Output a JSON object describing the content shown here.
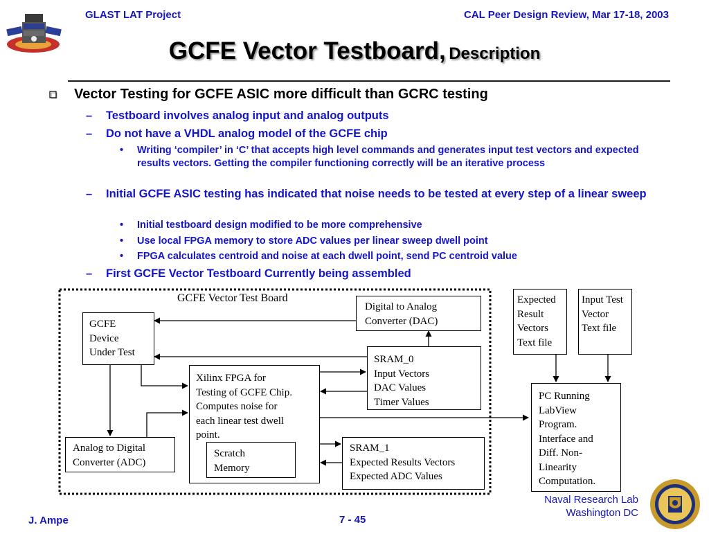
{
  "header": {
    "left": "GLAST LAT Project",
    "right": "CAL Peer Design Review, Mar 17-18, 2003"
  },
  "title": {
    "main": "GCFE Vector Testboard,",
    "sub": "Description"
  },
  "bullets": {
    "l1": "Vector Testing for GCFE ASIC more difficult than GCRC testing",
    "l2a": "Testboard involves analog input and analog outputs",
    "l2b": "Do not have a VHDL analog model of the GCFE chip",
    "l3a": "Writing ‘compiler’ in ‘C’ that accepts high level commands and generates input test vectors and expected results vectors.  Getting the compiler functioning correctly will be an iterative process",
    "l2c": "Initial GCFE ASIC testing has indicated that noise needs to be tested at every step of a linear sweep",
    "l3b": "Initial testboard design modified to be more comprehensive",
    "l3c": "Use local FPGA memory to store ADC values per linear sweep dwell point",
    "l3d": "FPGA calculates centroid and noise at each dwell point, send PC centroid value",
    "l2d": "First GCFE Vector Testboard Currently being assembled"
  },
  "diagram": {
    "board_label": "GCFE Vector Test Board",
    "gcfe": "GCFE\nDevice\nUnder Test",
    "dac": "Digital to Analog\nConverter (DAC)",
    "sram0": "SRAM_0\nInput Vectors\nDAC Values\nTimer Values",
    "fpga": "Xilinx FPGA for\nTesting of GCFE Chip.\nComputes noise for\neach linear test dwell\npoint.",
    "scratch": "Scratch\nMemory",
    "adc": "Analog to Digital\nConverter (ADC)",
    "sram1": "SRAM_1\nExpected Results Vectors\nExpected ADC Values",
    "expected": "Expected\nResult\nVectors\nText file",
    "input": "Input Test\nVector\nText file",
    "pc": "PC Running\nLabView\nProgram.\nInterface and\nDiff. Non-\nLinearity\nComputation."
  },
  "footer": {
    "author": "J. Ampe",
    "page": "7 - 45",
    "lab_line1": "Naval Research Lab",
    "lab_line2": "Washington DC"
  }
}
